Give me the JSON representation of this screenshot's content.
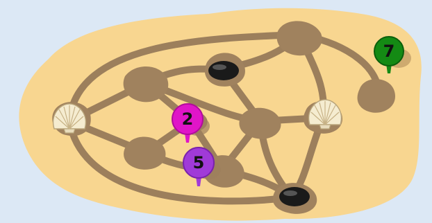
{
  "board": {
    "background_color": "#dce8f5",
    "sand_color": "#f8d690",
    "path_color": "#9c7f5c",
    "node_color": "#a0825e",
    "nodes": [
      {
        "id": "left-shell-node",
        "item": "seashell-icon"
      },
      {
        "id": "upper-left-node",
        "item": null
      },
      {
        "id": "lower-left-node",
        "item": null
      },
      {
        "id": "top-stone-node",
        "item": "black-stone-icon"
      },
      {
        "id": "center-node",
        "item": null
      },
      {
        "id": "top-right-node",
        "item": null
      },
      {
        "id": "right-shell-node",
        "item": "seashell-icon"
      },
      {
        "id": "bottom-center-node",
        "item": null
      },
      {
        "id": "bottom-stone-node",
        "item": "black-stone-icon"
      },
      {
        "id": "far-right-node",
        "item": null
      },
      {
        "id": "mid-node",
        "item": null
      }
    ],
    "markers": [
      {
        "id": "marker-2",
        "label": "2",
        "color": "#e015c8"
      },
      {
        "id": "marker-5",
        "label": "5",
        "color": "#a03ad8"
      },
      {
        "id": "marker-7",
        "label": "7",
        "color": "#148a14"
      }
    ]
  }
}
